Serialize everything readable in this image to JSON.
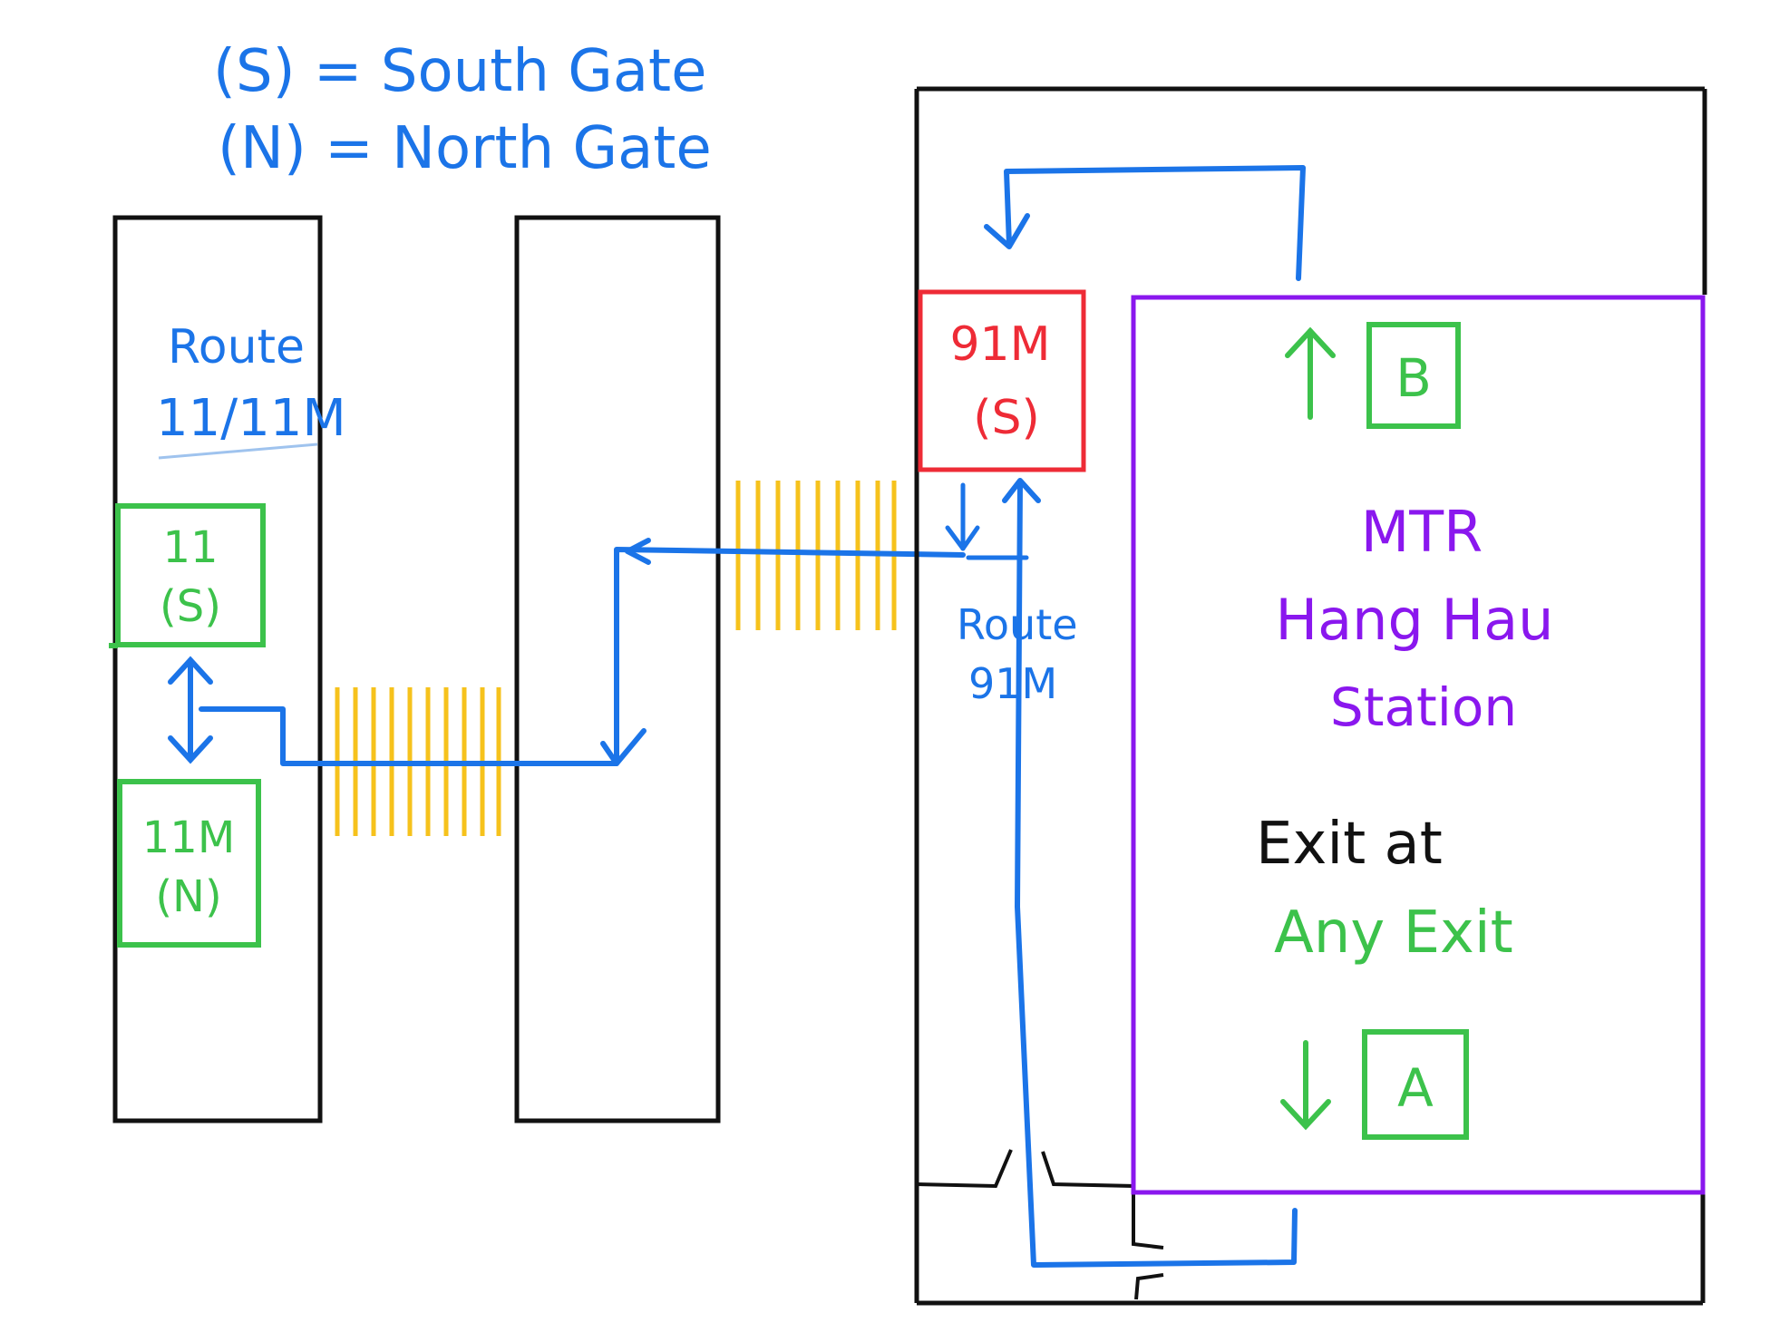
{
  "legend": {
    "south": "(S) = South Gate",
    "north": "(N) = North Gate"
  },
  "route_11": {
    "title": "Route",
    "number": "11/11M",
    "stop_11_line1": "11",
    "stop_11_line2": "(S)",
    "stop_11m_line1": "11M",
    "stop_11m_line2": "(N)"
  },
  "route_91m": {
    "stop_line1": "91M",
    "stop_line2": "(S)",
    "title": "Route",
    "number": "91M"
  },
  "station": {
    "line1": "MTR",
    "line2": "Hang Hau",
    "line3": "Station",
    "exit_prefix": "Exit at",
    "exit_value": "Any Exit",
    "exit_b": "B",
    "exit_a": "A"
  },
  "colors": {
    "route_path": "#1b74e8",
    "crossing": "#f6c21c",
    "bus_stop": "#3cc24b",
    "stop_91m": "#ee2b36",
    "station": "#8a17ee",
    "outline": "#111111"
  }
}
